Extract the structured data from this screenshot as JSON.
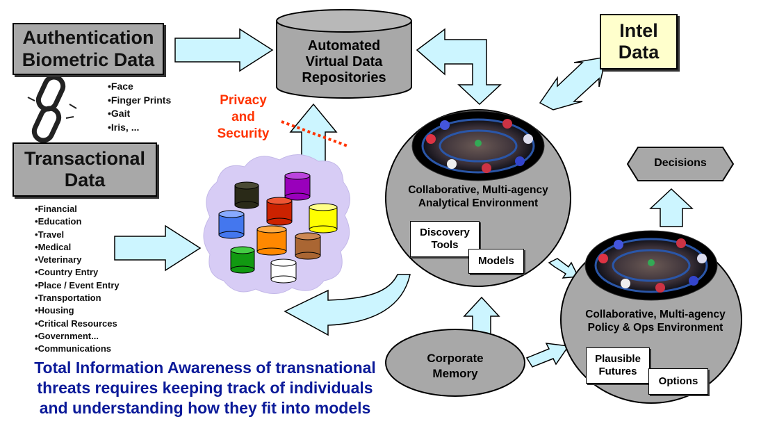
{
  "auth_box": {
    "line1": "Authentication",
    "line2": "Biometric Data"
  },
  "biometric_items": [
    "Face",
    "Finger Prints",
    "Gait",
    "Iris, ..."
  ],
  "transactional_box": {
    "line1": "Transactional",
    "line2": "Data"
  },
  "transactional_items": [
    "Financial",
    "Education",
    "Travel",
    "Medical",
    "Veterinary",
    "Country Entry",
    "Place / Event Entry",
    "Transportation",
    "Housing",
    "Critical Resources",
    "Government...",
    "Communications"
  ],
  "repository": {
    "line1": "Automated",
    "line2": "Virtual Data",
    "line3": "Repositories"
  },
  "privacy": {
    "line1": "Privacy",
    "line2": "and",
    "line3": "Security"
  },
  "intel": {
    "line1": "Intel",
    "line2": "Data"
  },
  "decisions": "Decisions",
  "analytical_env": {
    "line1": "Collaborative, Multi-agency",
    "line2": "Analytical Environment",
    "tool1_line1": "Discovery",
    "tool1_line2": "Tools",
    "tool2": "Models"
  },
  "policy_env": {
    "line1": "Collaborative, Multi-agency",
    "line2": "Policy & Ops Environment",
    "tool1_line1": "Plausible",
    "tool1_line2": "Futures",
    "tool2": "Options"
  },
  "corporate_memory": {
    "line1": "Corporate",
    "line2": "Memory"
  },
  "footer": {
    "line1": "Total Information Awareness of transnational",
    "line2": "threats requires keeping track of individuals",
    "line3": "and understanding how they fit into models"
  },
  "colors": {
    "arrow_fill": "#ccf5ff",
    "gray": "#a8a8a8",
    "privacy_red": "#ff3300",
    "footer_blue": "#0b1a99",
    "intel_yellow": "#ffffcc",
    "cloud": "#d7ccf5"
  },
  "icons": [
    "chain-link-icon",
    "database-cylinder-icon",
    "meeting-room-icon"
  ]
}
